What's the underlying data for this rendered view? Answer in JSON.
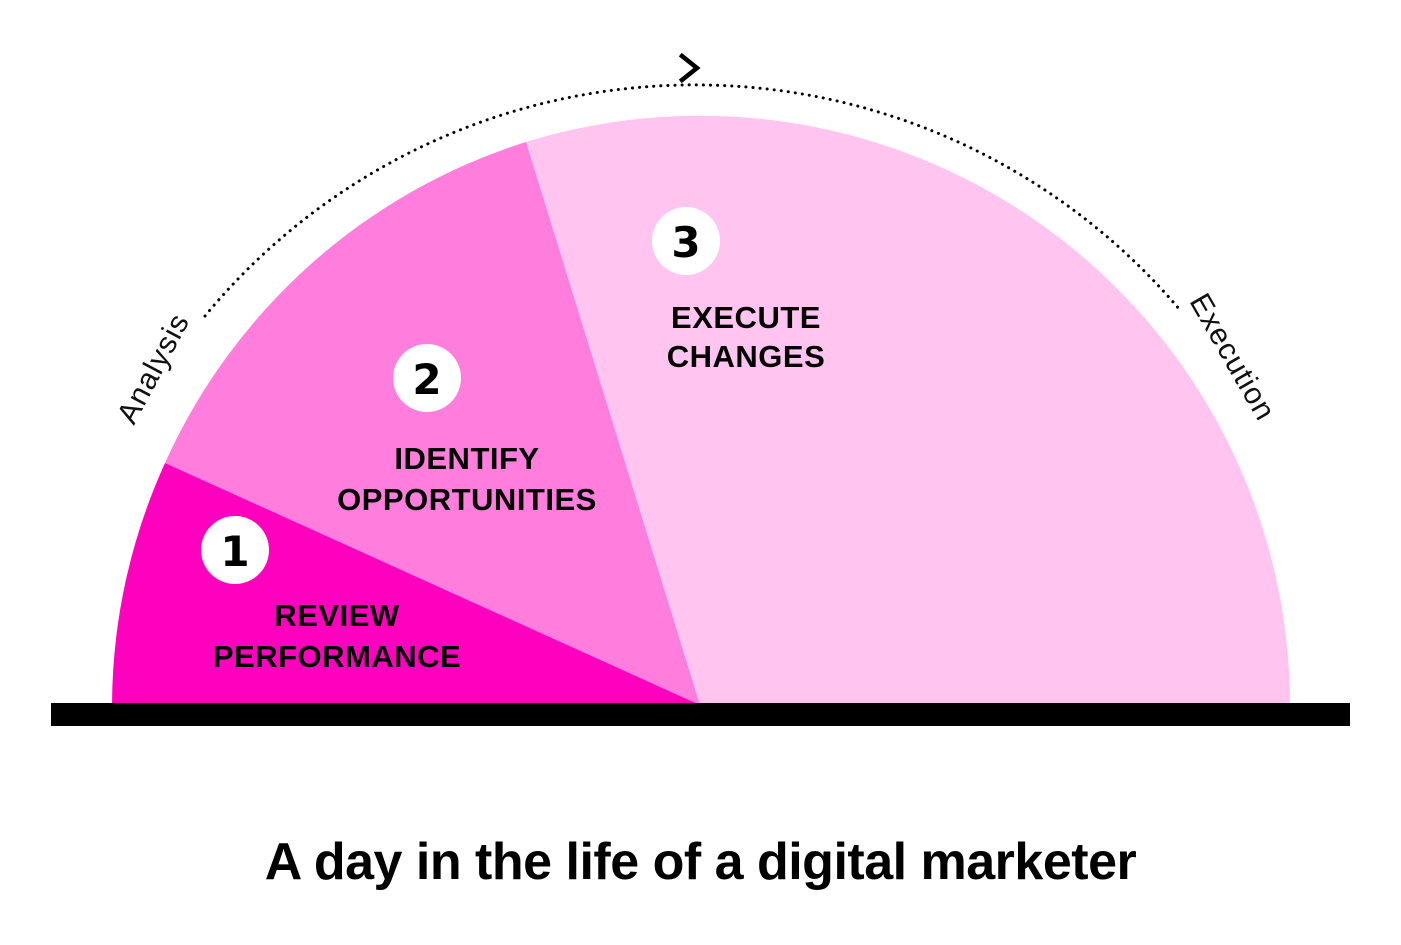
{
  "colors": {
    "step1": "#ff00bf",
    "step2": "#ff7ddc",
    "step3": "#ffc4ef",
    "baseline": "#000000",
    "badge": "#ffffff"
  },
  "arc_labels": {
    "start": "Analysis",
    "end": "Execution"
  },
  "steps": [
    {
      "number": "1",
      "line1": "REVIEW",
      "line2": "PERFORMANCE"
    },
    {
      "number": "2",
      "line1": "IDENTIFY",
      "line2": "OPPORTUNITIES"
    },
    {
      "number": "3",
      "line1": "EXECUTE",
      "line2": "CHANGES"
    }
  ],
  "title": "A day in the life of a digital marketer"
}
